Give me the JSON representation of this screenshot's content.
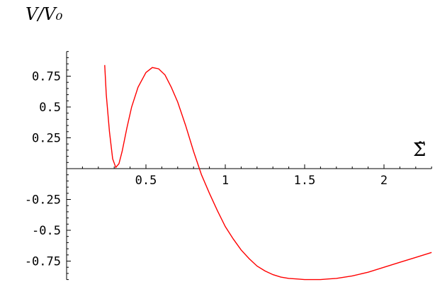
{
  "chart_data": {
    "type": "line",
    "xlabel": "Σ̃",
    "ylabel": "V/V₀",
    "xlim": [
      0,
      2.3
    ],
    "ylim": [
      -0.9,
      0.95
    ],
    "x_ticks": [
      {
        "value": 0.5,
        "label": "0.5"
      },
      {
        "value": 1,
        "label": "1"
      },
      {
        "value": 1.5,
        "label": "1.5"
      },
      {
        "value": 2,
        "label": "2"
      }
    ],
    "y_ticks": [
      {
        "value": 0.75,
        "label": "0.75"
      },
      {
        "value": 0.5,
        "label": "0.5"
      },
      {
        "value": 0.25,
        "label": "0.25"
      },
      {
        "value": -0.25,
        "label": "-0.25"
      },
      {
        "value": -0.5,
        "label": "-0.5"
      },
      {
        "value": -0.75,
        "label": "-0.75"
      }
    ],
    "x_minor_step": 0.1,
    "y_minor_step": 0.05,
    "grid": false,
    "series": [
      {
        "color": "#ff0000",
        "x": [
          0.24,
          0.25,
          0.27,
          0.29,
          0.31,
          0.33,
          0.35,
          0.38,
          0.41,
          0.45,
          0.5,
          0.54,
          0.58,
          0.62,
          0.66,
          0.7,
          0.75,
          0.8,
          0.85,
          0.9,
          0.95,
          1.0,
          1.05,
          1.1,
          1.15,
          1.2,
          1.25,
          1.3,
          1.35,
          1.4,
          1.45,
          1.5,
          1.55,
          1.6,
          1.65,
          1.7,
          1.8,
          1.9,
          2.0,
          2.1,
          2.2,
          2.3
        ],
        "y": [
          0.84,
          0.6,
          0.3,
          0.08,
          0.01,
          0.04,
          0.14,
          0.33,
          0.5,
          0.66,
          0.78,
          0.82,
          0.81,
          0.76,
          0.66,
          0.54,
          0.35,
          0.14,
          -0.05,
          -0.2,
          -0.34,
          -0.47,
          -0.57,
          -0.66,
          -0.73,
          -0.79,
          -0.83,
          -0.86,
          -0.88,
          -0.89,
          -0.895,
          -0.9,
          -0.9,
          -0.9,
          -0.895,
          -0.89,
          -0.87,
          -0.84,
          -0.8,
          -0.76,
          -0.72,
          -0.68
        ]
      }
    ]
  }
}
